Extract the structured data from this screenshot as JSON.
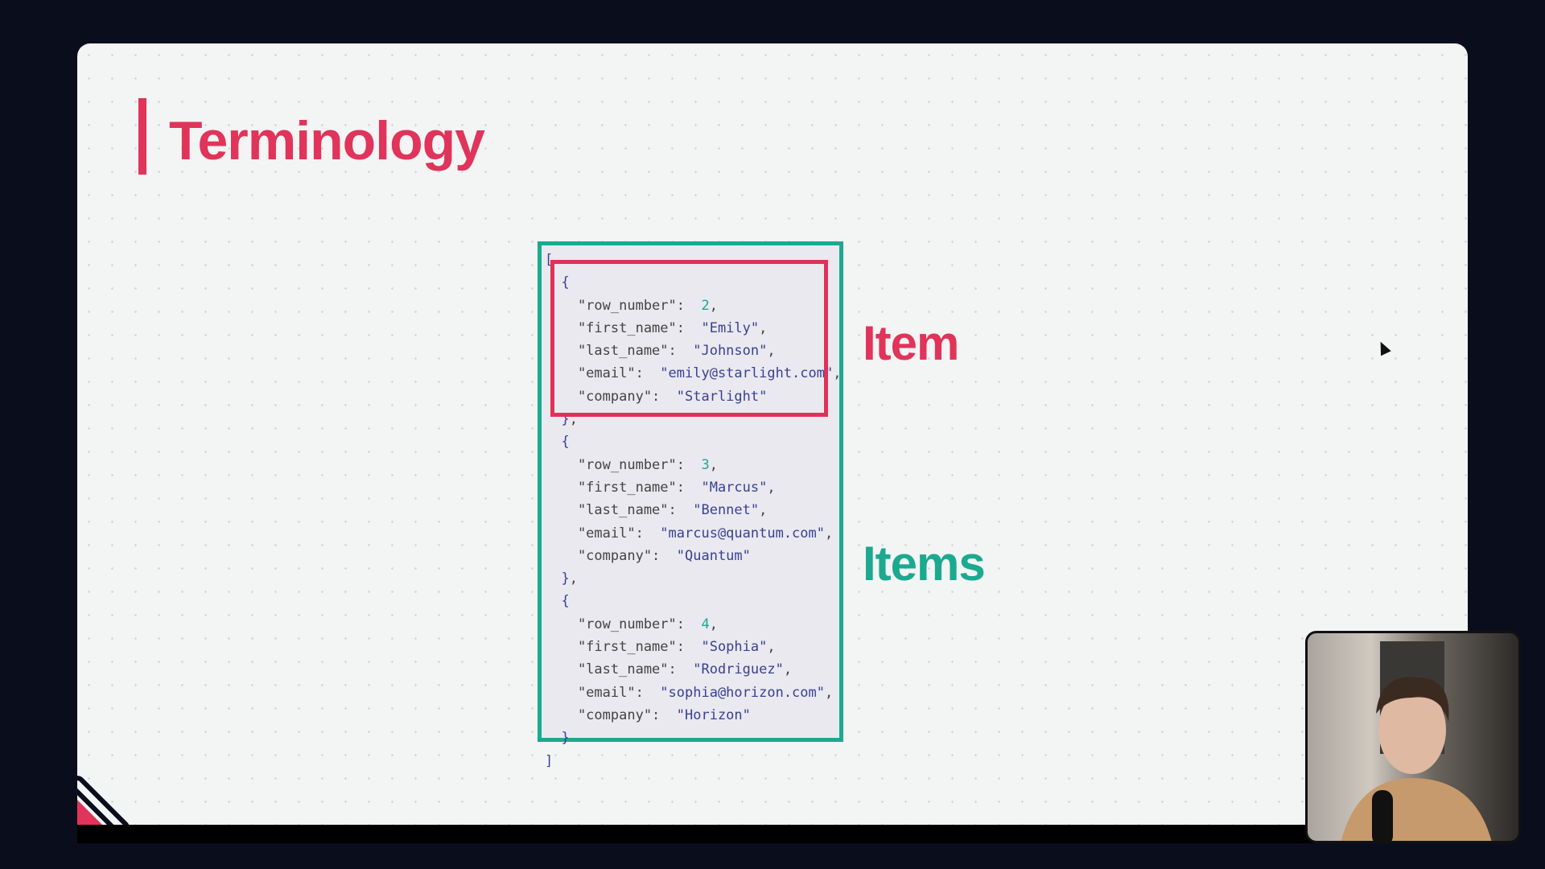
{
  "slide": {
    "title": "Terminology",
    "item_label": "Item",
    "items_label": "Items",
    "accent_red": "#e0345a",
    "accent_green": "#1ba98f"
  },
  "json_items": [
    {
      "row_number": 2,
      "first_name": "Emily",
      "last_name": "Johnson",
      "email": "emily@starlight.com",
      "company": "Starlight"
    },
    {
      "row_number": 3,
      "first_name": "Marcus",
      "last_name": "Bennet",
      "email": "marcus@quantum.com",
      "company": "Quantum"
    },
    {
      "row_number": 4,
      "first_name": "Sophia",
      "last_name": "Rodriguez",
      "email": "sophia@horizon.com",
      "company": "Horizon"
    }
  ]
}
